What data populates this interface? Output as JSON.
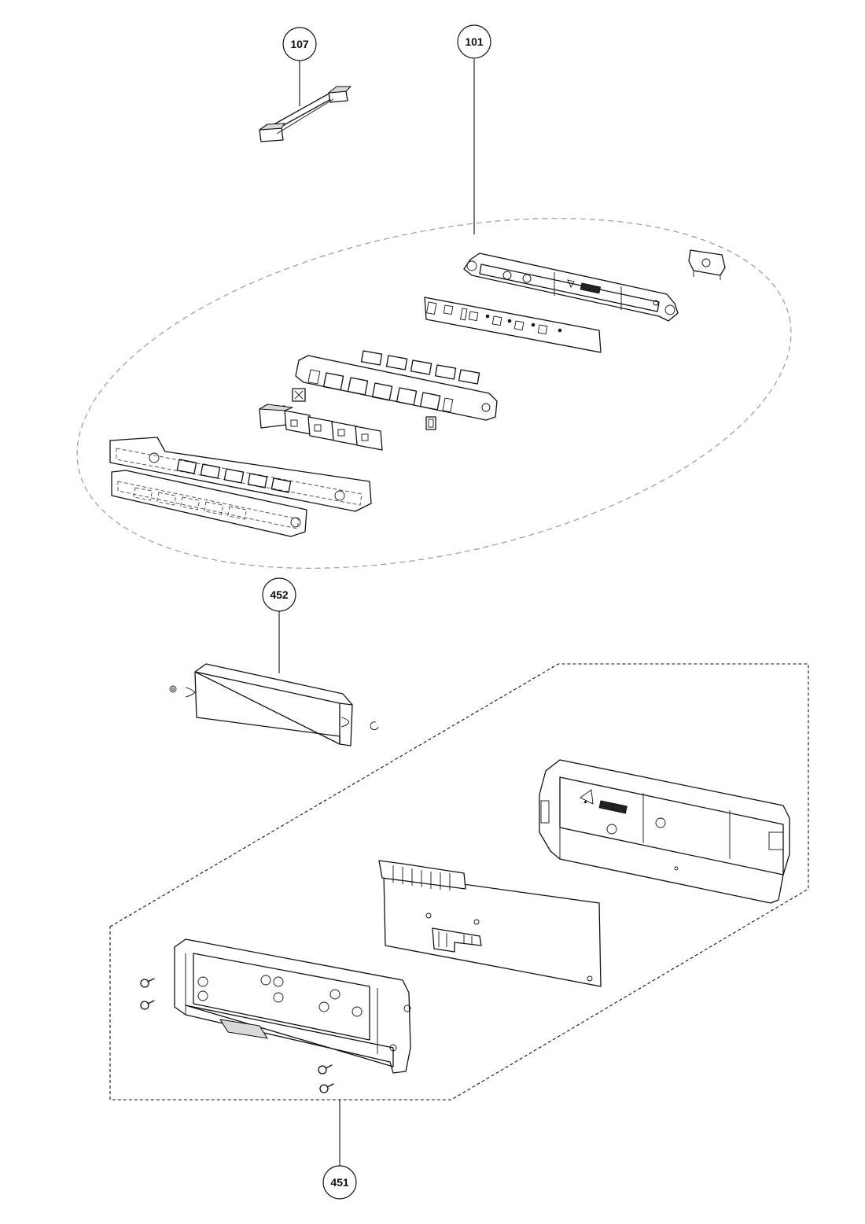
{
  "callouts": [
    {
      "id": "107",
      "label": "107"
    },
    {
      "id": "101",
      "label": "101"
    },
    {
      "id": "452",
      "label": "452"
    },
    {
      "id": "451",
      "label": "451"
    }
  ],
  "colors": {
    "line": "#111111",
    "ellipse_dash": "#9a9a9a",
    "background": "#ffffff"
  }
}
